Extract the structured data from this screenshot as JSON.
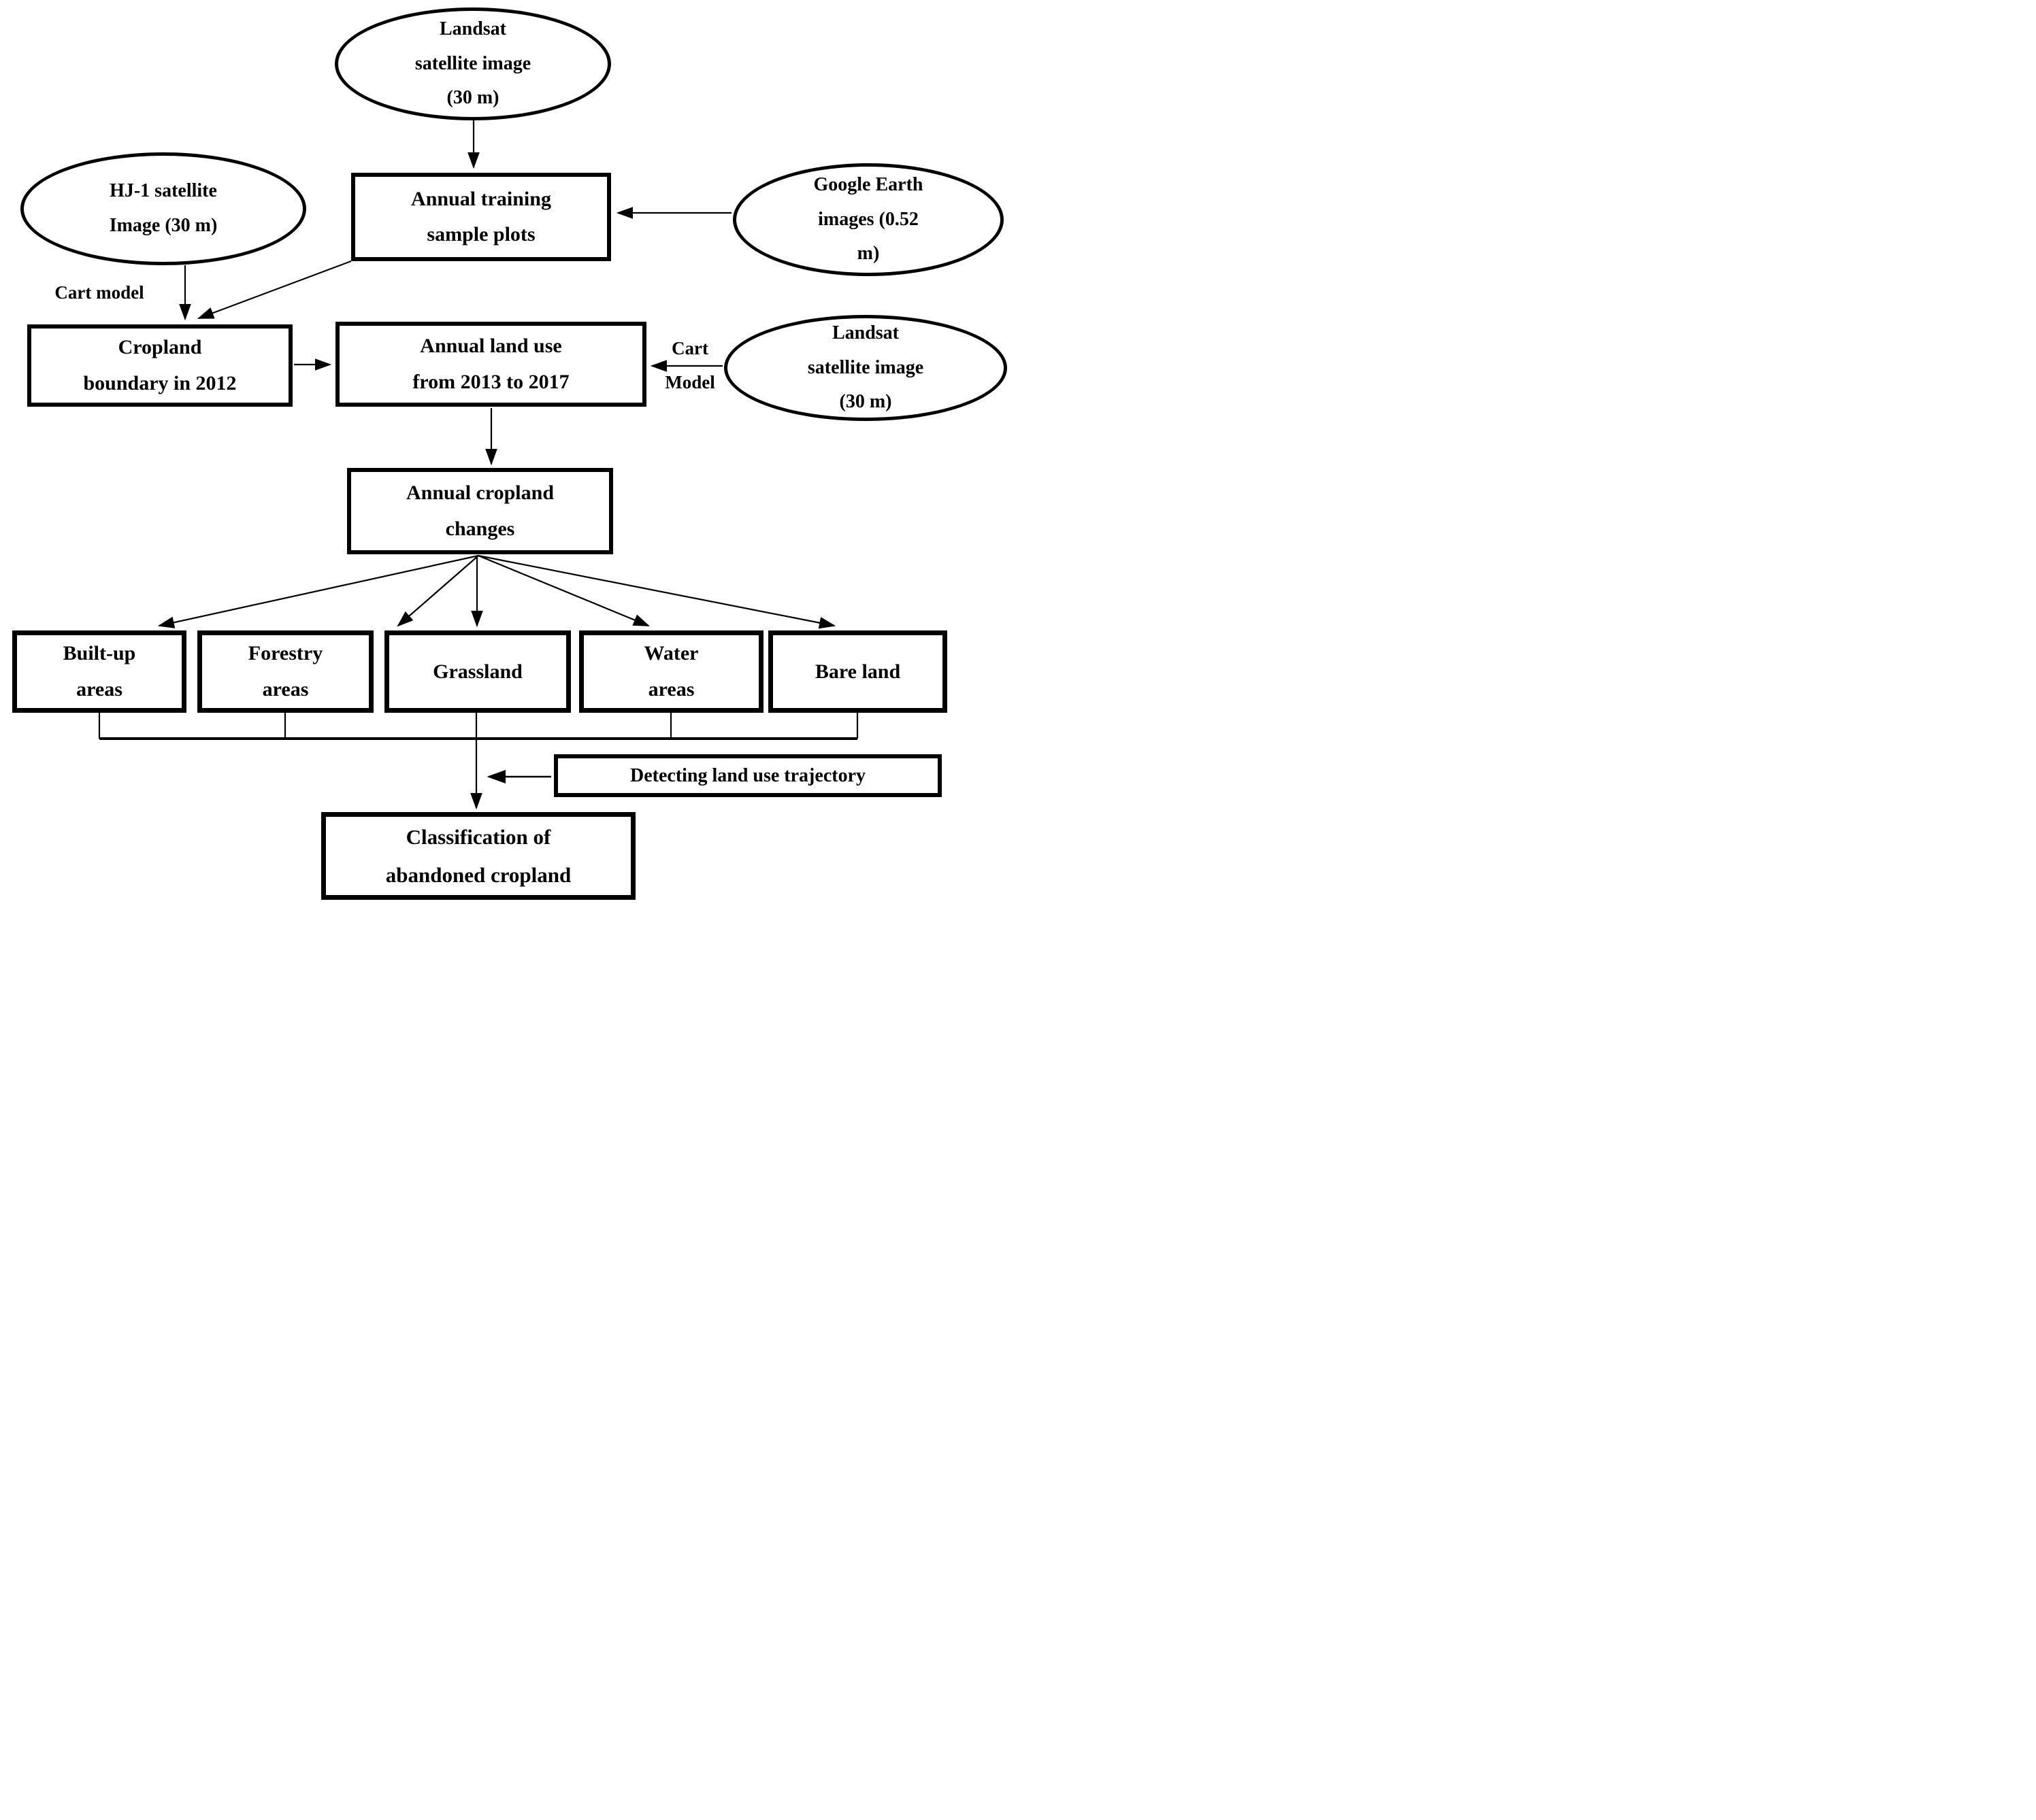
{
  "title": "Abandoned cropland classification flowchart",
  "colors": {
    "stroke": "#000000",
    "background": "#ffffff"
  },
  "nodes": {
    "landsat_source_top": {
      "shape": "ellipse",
      "lines": [
        "Landsat",
        "satellite image",
        "(30 m)"
      ]
    },
    "hj1_source": {
      "shape": "ellipse",
      "lines": [
        "HJ-1 satellite",
        "Image (30 m)"
      ]
    },
    "google_earth_source": {
      "shape": "ellipse",
      "lines": [
        "Google Earth",
        "images (0.52",
        "m)"
      ]
    },
    "training_samples": {
      "shape": "rect",
      "lines": [
        "Annual training",
        "sample plots"
      ]
    },
    "cropland_boundary": {
      "shape": "rect",
      "lines": [
        "Cropland",
        "boundary in 2012"
      ]
    },
    "annual_land_use": {
      "shape": "rect",
      "lines": [
        "Annual land use",
        "from 2013 to 2017"
      ]
    },
    "landsat_source_right": {
      "shape": "ellipse",
      "lines": [
        "Landsat",
        "satellite image",
        "(30 m)"
      ]
    },
    "annual_cropland_changes": {
      "shape": "rect",
      "lines": [
        "Annual cropland",
        "changes"
      ]
    },
    "built_up_areas": {
      "shape": "rect",
      "lines": [
        "Built-up",
        "areas"
      ]
    },
    "forestry_areas": {
      "shape": "rect",
      "lines": [
        "Forestry",
        "areas"
      ]
    },
    "grassland": {
      "shape": "rect",
      "lines": [
        "Grassland"
      ]
    },
    "water_areas": {
      "shape": "rect",
      "lines": [
        "Water",
        "areas"
      ]
    },
    "bare_land": {
      "shape": "rect",
      "lines": [
        "Bare land"
      ]
    },
    "detecting_trajectory": {
      "shape": "rect",
      "lines": [
        "Detecting land use trajectory"
      ]
    },
    "classification": {
      "shape": "rect",
      "lines": [
        "Classification of",
        "abandoned cropland"
      ]
    }
  },
  "edge_labels": {
    "cart_model_left": "Cart model",
    "cart_right_line1": "Cart",
    "cart_right_line2": "Model"
  }
}
